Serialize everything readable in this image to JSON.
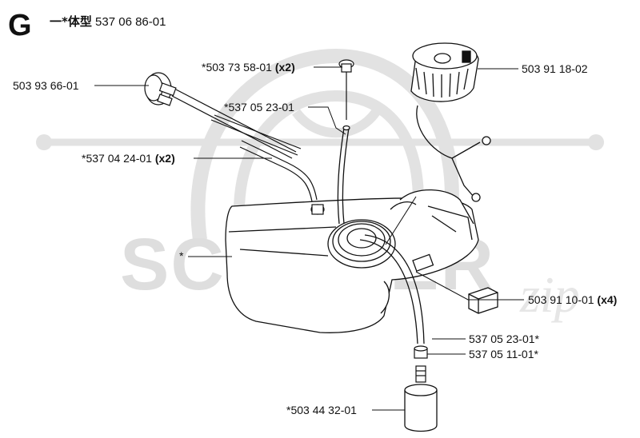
{
  "header": {
    "section_letter": "G",
    "title_cn": "一*体型",
    "part_number": "537 06 86-01"
  },
  "watermark": {
    "brand": "SCOOTER",
    "suffix": "zip"
  },
  "colors": {
    "ink": "#111111",
    "watermark": "#dedede"
  },
  "callouts": [
    {
      "id": "primer-bulb",
      "number": "503 93 66-01",
      "qty": ""
    },
    {
      "id": "breather-valve",
      "number": "*503 73 58-01",
      "qty": "(x2)"
    },
    {
      "id": "fuel-cap",
      "number": "503 91 18-02",
      "qty": ""
    },
    {
      "id": "return-hose",
      "number": "*537 05 23-01",
      "qty": ""
    },
    {
      "id": "fuel-hose-pair",
      "number": "*537 04 24-01",
      "qty": "(x2)"
    },
    {
      "id": "fuel-tank",
      "number": "*",
      "qty": ""
    },
    {
      "id": "rubber-damper",
      "number": "503 91 10-01",
      "qty": "(x4)"
    },
    {
      "id": "fuel-hose",
      "number": "537 05 23-01*",
      "qty": ""
    },
    {
      "id": "hose-fitting",
      "number": "537 05 11-01*",
      "qty": ""
    },
    {
      "id": "fuel-filter",
      "number": "*503 44 32-01",
      "qty": ""
    }
  ]
}
